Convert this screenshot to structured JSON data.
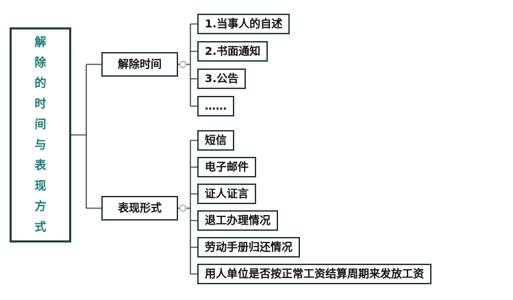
{
  "root": {
    "label": "解除的时间与表现方式"
  },
  "branches": [
    {
      "label": "解除时间",
      "children": [
        {
          "label": "1.当事人的自述"
        },
        {
          "label": "2.书面通知"
        },
        {
          "label": "3.公告"
        },
        {
          "label": "……"
        }
      ]
    },
    {
      "label": "表现形式",
      "children": [
        {
          "label": "短信"
        },
        {
          "label": "电子邮件"
        },
        {
          "label": "证人证言"
        },
        {
          "label": "退工办理情况"
        },
        {
          "label": "劳动手册归还情况"
        },
        {
          "label": "用人单位是否按正常工资结算周期来发放工资"
        }
      ]
    }
  ],
  "colors": {
    "border": "#1f3d38",
    "root_text": "#177c7a",
    "node_text": "#111111",
    "connector": "#3c4a46",
    "handle_stroke": "#9aa5a2",
    "background": "#ffffff"
  }
}
